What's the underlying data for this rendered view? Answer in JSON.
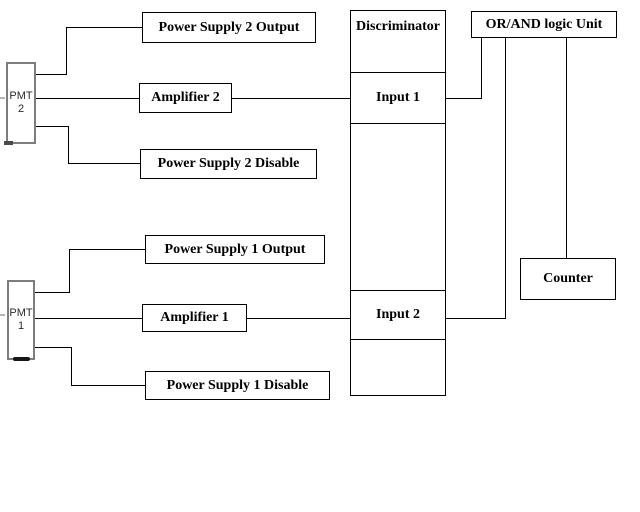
{
  "colors": {
    "background": "#ffffff",
    "wire": "#000000",
    "box_border": "#000000",
    "pmt_border": "#7d7d7d",
    "text": "#000000"
  },
  "boxes": {
    "pmt2": {
      "line1": "PMT",
      "line2": "2"
    },
    "pmt1": {
      "line1": "PMT",
      "line2": "1"
    },
    "ps2_output": "Power Supply 2 Output",
    "amplifier2": "Amplifier 2",
    "ps2_disable": "Power Supply 2 Disable",
    "ps1_output": "Power Supply 1 Output",
    "amplifier1": "Amplifier 1",
    "ps1_disable": "Power Supply 1 Disable",
    "or_and": "OR/AND logic Unit",
    "counter": "Counter"
  },
  "discriminator": {
    "title": "Discriminator",
    "input1": "Input 1",
    "input2": "Input 2"
  }
}
